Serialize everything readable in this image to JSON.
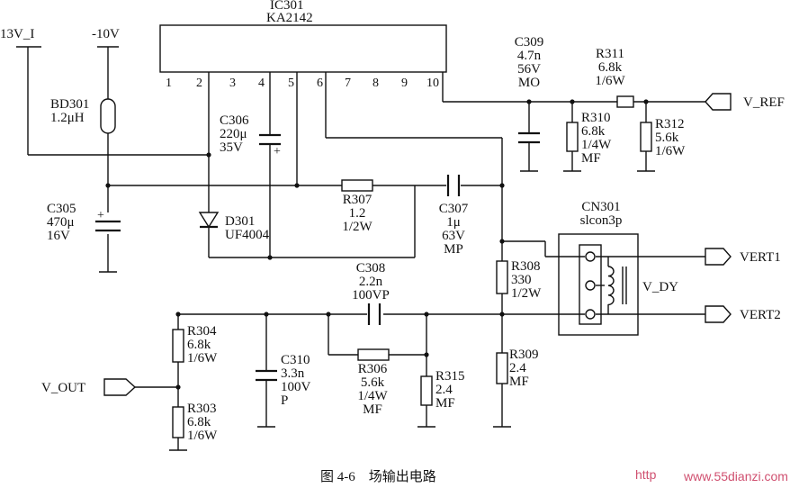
{
  "ic": {
    "ref": "IC301",
    "part": "KA2142",
    "pins": [
      "1",
      "2",
      "3",
      "4",
      "5",
      "6",
      "7",
      "8",
      "9",
      "10"
    ]
  },
  "rails": {
    "v13": "13V_I",
    "v10": "-10V"
  },
  "components": {
    "bd301": [
      "BD301",
      "1.2μH"
    ],
    "c306": [
      "C306",
      "220μ",
      "35V"
    ],
    "c305": [
      "C305",
      "470μ",
      "16V"
    ],
    "d301": [
      "D301",
      "UF4004"
    ],
    "r307": [
      "R307",
      "1.2",
      "1/2W"
    ],
    "c307": [
      "C307",
      "1μ",
      "63V",
      "MP"
    ],
    "c309": [
      "C309",
      "4.7n",
      "56V",
      "MO"
    ],
    "r311": [
      "R311",
      "6.8k",
      "1/6W"
    ],
    "r310": [
      "R310",
      "6.8k",
      "1/4W",
      "MF"
    ],
    "r312": [
      "R312",
      "5.6k",
      "1/6W"
    ],
    "cn301": [
      "CN301",
      "slcon3p"
    ],
    "r308": [
      "R308",
      "330",
      "1/2W"
    ],
    "c308": [
      "C308",
      "2.2n",
      "100VP"
    ],
    "r304": [
      "R304",
      "6.8k",
      "1/6W"
    ],
    "c310": [
      "C310",
      "3.3n",
      "100V",
      "P"
    ],
    "r306": [
      "R306",
      "5.6k",
      "1/4W",
      "MF"
    ],
    "r315": [
      "R315",
      "2.4",
      "MF"
    ],
    "r309": [
      "R309",
      "2.4",
      "MF"
    ],
    "r303": [
      "R303",
      "6.8k",
      "1/6W"
    ]
  },
  "nets": {
    "v_ref": "V_REF",
    "vert1": "VERT1",
    "vert2": "VERT2",
    "v_dy": "V_DY",
    "v_out": "V_OUT"
  },
  "caption": "图 4-6　场输出电路",
  "watermark": {
    "prefix": "http",
    "site": "www.55dianzi.com"
  }
}
